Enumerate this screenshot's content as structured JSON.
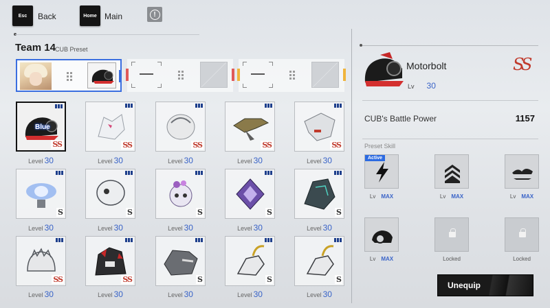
{
  "topbar": {
    "back_key": "Esc",
    "back_label": "Back",
    "main_key": "Home",
    "main_label": "Main",
    "alert_icon": "!"
  },
  "team": {
    "title": "Team 14",
    "subtitle": "CUB Preset",
    "slot_edge_colors": [
      "#3a6ee0",
      "#e05a5a",
      "#f0b43c"
    ]
  },
  "cubs": [
    {
      "grade": "SS",
      "level_label": "Level",
      "level": "30",
      "badge": "Blue"
    },
    {
      "grade": "SS",
      "level_label": "Level",
      "level": "30"
    },
    {
      "grade": "SS",
      "level_label": "Level",
      "level": "30"
    },
    {
      "grade": "SS",
      "level_label": "Level",
      "level": "30"
    },
    {
      "grade": "SS",
      "level_label": "Level",
      "level": "30"
    },
    {
      "grade": "S",
      "level_label": "Level",
      "level": "30"
    },
    {
      "grade": "S",
      "level_label": "Level",
      "level": "30"
    },
    {
      "grade": "S",
      "level_label": "Level",
      "level": "30"
    },
    {
      "grade": "S",
      "level_label": "Level",
      "level": "30"
    },
    {
      "grade": "S",
      "level_label": "Level",
      "level": "30"
    },
    {
      "grade": "SS",
      "level_label": "Level",
      "level": "30"
    },
    {
      "grade": "SS",
      "level_label": "Level",
      "level": "30"
    },
    {
      "grade": "S",
      "level_label": "Level",
      "level": "30"
    },
    {
      "grade": "S",
      "level_label": "Level",
      "level": "30"
    },
    {
      "grade": "S",
      "level_label": "Level",
      "level": "30"
    }
  ],
  "detail": {
    "name": "Motorbolt",
    "lv_label": "Lv",
    "lv_value": "30",
    "grade": "SS",
    "battle_power_label": "CUB's Battle Power",
    "battle_power_value": "1157",
    "preset_skill_label": "Preset Skill",
    "active_tag": "Active",
    "skills": [
      {
        "lv_label": "Lv",
        "lv_value": "MAX"
      },
      {
        "lv_label": "Lv",
        "lv_value": "MAX"
      },
      {
        "lv_label": "Lv",
        "lv_value": "MAX"
      },
      {
        "lv_label": "Lv",
        "lv_value": "MAX"
      },
      {
        "locked_label": "Locked"
      },
      {
        "locked_label": "Locked"
      }
    ],
    "unequip_label": "Unequip"
  },
  "colors": {
    "accent_blue": "#3a64c8",
    "grade_red": "#c0392b",
    "selected_border": "#3a6ee0"
  }
}
